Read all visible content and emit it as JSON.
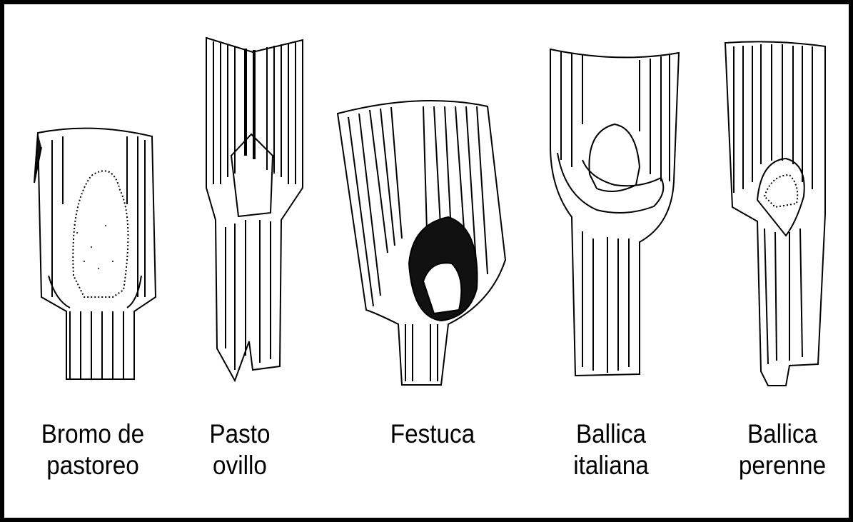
{
  "figure": {
    "border_color": "#000000",
    "background": "#ffffff",
    "ink_color": "#000000",
    "specimens": [
      {
        "id": "bromo",
        "label_lines": [
          "Bromo de",
          "pastoreo"
        ]
      },
      {
        "id": "pasto",
        "label_lines": [
          "Pasto",
          "ovillo"
        ]
      },
      {
        "id": "festuca",
        "label_lines": [
          "Festuca"
        ]
      },
      {
        "id": "ballica-italiana",
        "label_lines": [
          "Ballica",
          "italiana"
        ]
      },
      {
        "id": "ballica-perenne",
        "label_lines": [
          "Ballica",
          "perenne"
        ]
      }
    ]
  }
}
